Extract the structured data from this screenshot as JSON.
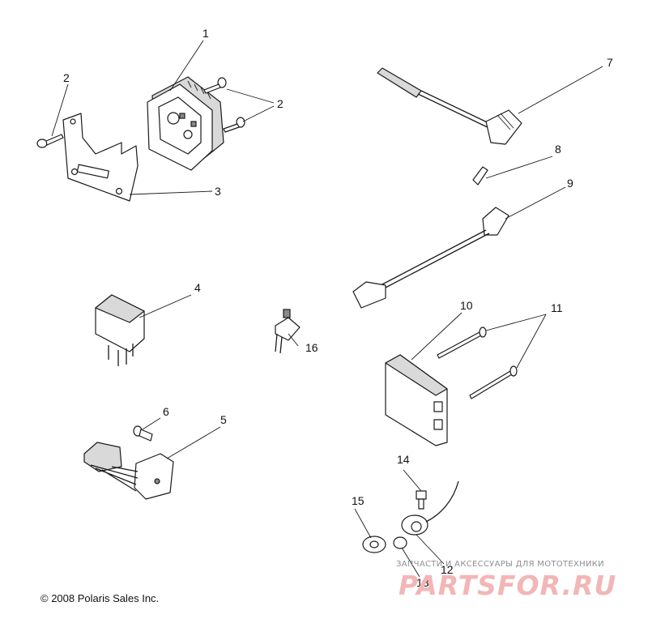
{
  "callouts": [
    "1",
    "2",
    "2",
    "3",
    "4",
    "5",
    "6",
    "7",
    "8",
    "9",
    "10",
    "11",
    "12",
    "13",
    "14",
    "15",
    "16"
  ],
  "copyright": "© 2008 Polaris Sales Inc.",
  "watermark": {
    "caption": "ЗАПЧАСТИ И АКСЕССУАРЫ ДЛЯ МОТОТЕХНИКИ",
    "logo": "PARTSFOR.RU"
  },
  "colors": {
    "line": "#1a1a1a",
    "watermark": "#f2b6b6"
  }
}
